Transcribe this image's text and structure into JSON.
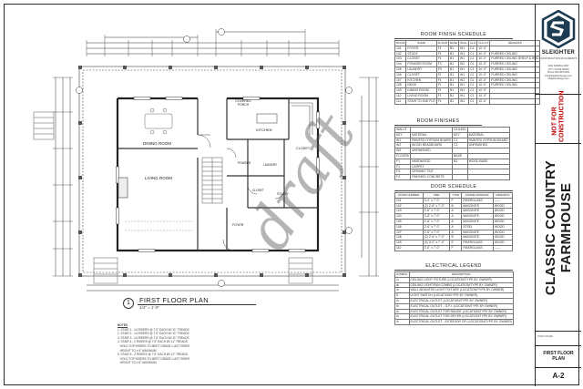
{
  "plan": {
    "title": "FIRST FLOOR PLAN",
    "scale": "1/4\" = 1'-0\"",
    "detail_number": "1",
    "rooms": {
      "dining": "DINING ROOM",
      "living": "LIVING ROOM",
      "kitchen": "KITCHEN",
      "covered": "COVERED PORCH",
      "closet": "CLOSET",
      "study": "STUDY",
      "powder": "POWDER",
      "laundry": "LAUNDRY",
      "foyer": "FOYER",
      "closet2": "CLOSET"
    }
  },
  "notes": {
    "heading": "NOTES",
    "lines": [
      "1. STAIR 1 - 14 RISERS @ 7.5\" EACH W/ 11\" TREADS",
      "2. STAIR 2 - 14 RISERS @ 7.5\" EACH W/ 11\" TREADS",
      "3. STAIR 3 - 14 RISERS @ 7.5\" EACH W/ 11\" TREADS",
      "4. STAIR 4 - 2 RISERS @ 7.5\" EACH W/ 11\" TREADS",
      "   HOLD TOP RISERS TO MEET GRADE; LAST RISER",
      "   HEIGHT TO ± 8\" MAXIMUM",
      "5. STAIR 5 - 2 RISERS @ 7.5\" EACH W/ 11\" TREADS",
      "   HOLD TOP RISERS TO MEET GRADE; LAST RISER",
      "   HEIGHT TO ± 8\" MAXIMUM"
    ]
  },
  "watermark": "draft",
  "room_schedule": {
    "title": "ROOM FINISH SCHEDULE",
    "headers": [
      "ROOM",
      "NAME",
      "FLOOR",
      "BASE",
      "WALL",
      "CLG",
      "CLG HT",
      "REMARKS"
    ],
    "rows": [
      [
        "101",
        "FOYER",
        "F1",
        "B1",
        "W1",
        "C1",
        "10'-0\"",
        ""
      ],
      [
        "102",
        "STUDY",
        "F1",
        "B1",
        "W1",
        "C1",
        "10'-0\"",
        "FURRED CEILING"
      ],
      [
        "103",
        "CLOSET",
        "F1",
        "B1",
        "W1",
        "C1",
        "10'-0\"",
        "FURRED CEILING SHELF & ROD"
      ],
      [
        "104",
        "POWDER ROOM",
        "F3",
        "B1",
        "W2",
        "C1",
        "10'-0\"",
        "FURRED CEILING"
      ],
      [
        "105",
        "LAUNDRY",
        "F3",
        "B1",
        "W1",
        "C1",
        "10'-0\"",
        "FURRED CEILING"
      ],
      [
        "106",
        "CLOSET",
        "F1",
        "B1",
        "W1",
        "C1",
        "10'-0\"",
        "FURRED CEILING"
      ],
      [
        "107",
        "KITCHEN",
        "F1",
        "B1",
        "W1",
        "C1",
        "10'-0\"",
        "FURRED CEILING"
      ],
      [
        "108",
        "NOOK",
        "F1",
        "B1",
        "W1",
        "C1",
        "10'-0\"",
        "FURRED CEILING"
      ],
      [
        "109",
        "DINING ROOM",
        "F1",
        "B1",
        "W1",
        "C1",
        "10'-0\"",
        ""
      ],
      [
        "110",
        "LIVING ROOM",
        "F1",
        "B1",
        "W1",
        "C1",
        "10'-0\"",
        ""
      ],
      [
        "111",
        "STAIR TO 2ND FLR",
        "F1",
        "B1",
        "W1",
        "C1",
        "10'-0\"",
        ""
      ]
    ]
  },
  "room_finishes": {
    "title": "ROOM FINISHES",
    "rows": [
      [
        "WALLS",
        "",
        "CEILING",
        ""
      ],
      [
        "KEY",
        "MATERIAL",
        "KEY",
        "MATERIAL"
      ],
      [
        "W1",
        "PAINTED GYPSUM BOARD",
        "C1",
        "PAINTED GYPSUM BOARD"
      ],
      [
        "W2",
        "WOOD BEADBOARD",
        "C2",
        "UNFINISHED"
      ],
      [
        "W3",
        "UNFINISHED",
        "",
        ""
      ],
      [
        "FLOORS",
        "",
        "BASE",
        ""
      ],
      [
        "F1",
        "HARDWOOD",
        "B1",
        "WOOD BASE"
      ],
      [
        "F2",
        "CARPET",
        "",
        ""
      ],
      [
        "F3",
        "CERAMIC TILE",
        "",
        ""
      ],
      [
        "F4",
        "FINISHED CONCRETE",
        "",
        ""
      ]
    ]
  },
  "door_schedule": {
    "title": "DOOR SCHEDULE",
    "headers": [
      "DOOR NUMBER",
      "SIZE",
      "TYPE",
      "FRAME MATERIAL",
      "REMARKS"
    ],
    "rows": [
      [
        "101",
        "3'-0\" x 7'-0\"",
        "F",
        "FIBERGLASS",
        "------"
      ],
      [
        "102",
        "(2) 2'-6\" x 7'-0\"",
        "B",
        "MASONITE",
        "WOOD"
      ],
      [
        "103",
        "2'-6\" x 7'-0\"",
        "A",
        "MASONITE",
        "WOOD"
      ],
      [
        "104",
        "2'-6\" x 7'-0\"",
        "A",
        "MASONITE",
        "WOOD"
      ],
      [
        "105",
        "2'-6\" x 7'-0\"",
        "A",
        "MASONITE",
        "WOOD"
      ],
      [
        "106",
        "2'-6\" x 7'-0\"",
        "A",
        "STEEL",
        "WOOD"
      ],
      [
        "107",
        "2'-6\" x 7'-0\"",
        "A",
        "MASONITE",
        "WOOD"
      ],
      [
        "108",
        "(2) 2'-6\" x 7'-0\"",
        "B",
        "MASONITE",
        "WOOD"
      ],
      [
        "109",
        "(2) 3'-0\" x 7'-0\"",
        "E",
        "FIBERGLASS",
        "WOOD"
      ],
      [
        "110",
        "3'-0\" x 7'-0\"",
        "F",
        "FIBERGLASS",
        "------"
      ]
    ]
  },
  "electrical": {
    "title": "ELECTRICAL LEGEND",
    "headers": [
      "SYMBOL",
      "DESCRIPTION"
    ],
    "rows": [
      [
        "⊙",
        "CEILING LIGHT FIXTURE (LOCATION/TYPE BY OWNER)"
      ],
      [
        "⊗",
        "CEILING LIGHT/FAN COMBO (LOCATION/TYPE BY OWNER)"
      ],
      [
        "⊖",
        "WALL MOUNTED LIGHT FIXTURE (LOCATION/TYPE BY OWNER)"
      ],
      [
        "S",
        "LIGHT SWITCH (LOCATION/TYPE BY OWNER)"
      ],
      [
        "⊜",
        "ELECTRICAL OUTLET (LOCATION/TYPE BY OWNER)"
      ],
      [
        "⊜",
        "ELECTRICAL OUTLET - G.F.I. (LOCATION/TYPE BY OWNER)"
      ],
      [
        "⊜",
        "ELECTRICAL OUTLET FOR RANGE (LOCATION/TYPE BY OWNER)"
      ],
      [
        "⊜",
        "ELECTRICAL OUTLET FOR DRYER (LOCATION/TYPE BY OWNER)"
      ],
      [
        "⊜",
        "ELECTRICAL OUTLET - EXTERIOR GFI (LOCATION/TYPE BY OWNER)"
      ]
    ]
  },
  "titleblock": {
    "brand": "SLEIGHTER",
    "brand_sub": "CONSTRUCTION DOCUMENTS",
    "address": [
      "1234 SAMPLE WAY",
      "CITY, STATE 00000",
      "Phone 000.000.0000",
      "info@sleighterdesign.com",
      "sleighterdesign.com"
    ],
    "not_for_construction": "NOT FOR CONSTRUCTION",
    "project_name": "CLASSIC COUNTRY FARMHOUSE",
    "date_label": "DATE ISSUED",
    "sheet_title": "FIRST FLOOR PLAN",
    "sheet_number": "A-2"
  }
}
